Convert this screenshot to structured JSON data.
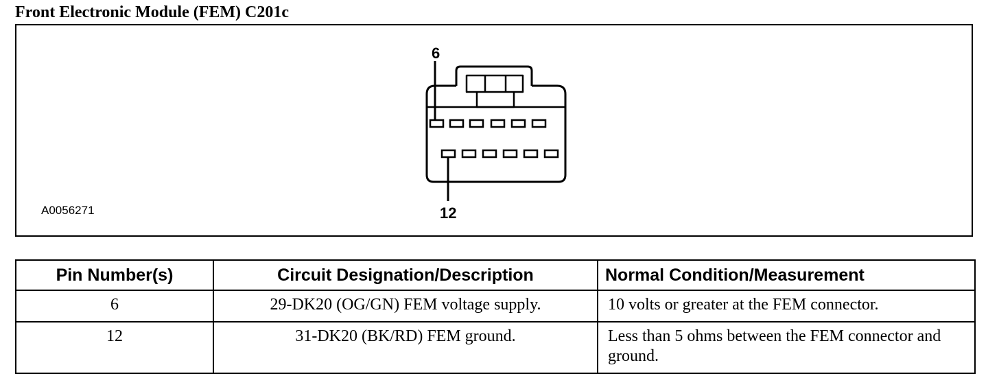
{
  "title": "Front Electronic Module (FEM) C201c",
  "diagram": {
    "figure_id": "A0056271",
    "pin_label_top": "6",
    "pin_label_bottom": "12",
    "top_row_cavities": 6,
    "bottom_row_cavities": 6
  },
  "table": {
    "headers": [
      "Pin Number(s)",
      "Circuit Designation/Description",
      "Normal Condition/Measurement"
    ],
    "rows": [
      [
        "6",
        "29-DK20 (OG/GN) FEM voltage supply.",
        "10 volts or greater at the FEM connector."
      ],
      [
        "12",
        "31-DK20 (BK/RD) FEM ground.",
        "Less than 5 ohms between the FEM connector and ground."
      ]
    ]
  }
}
